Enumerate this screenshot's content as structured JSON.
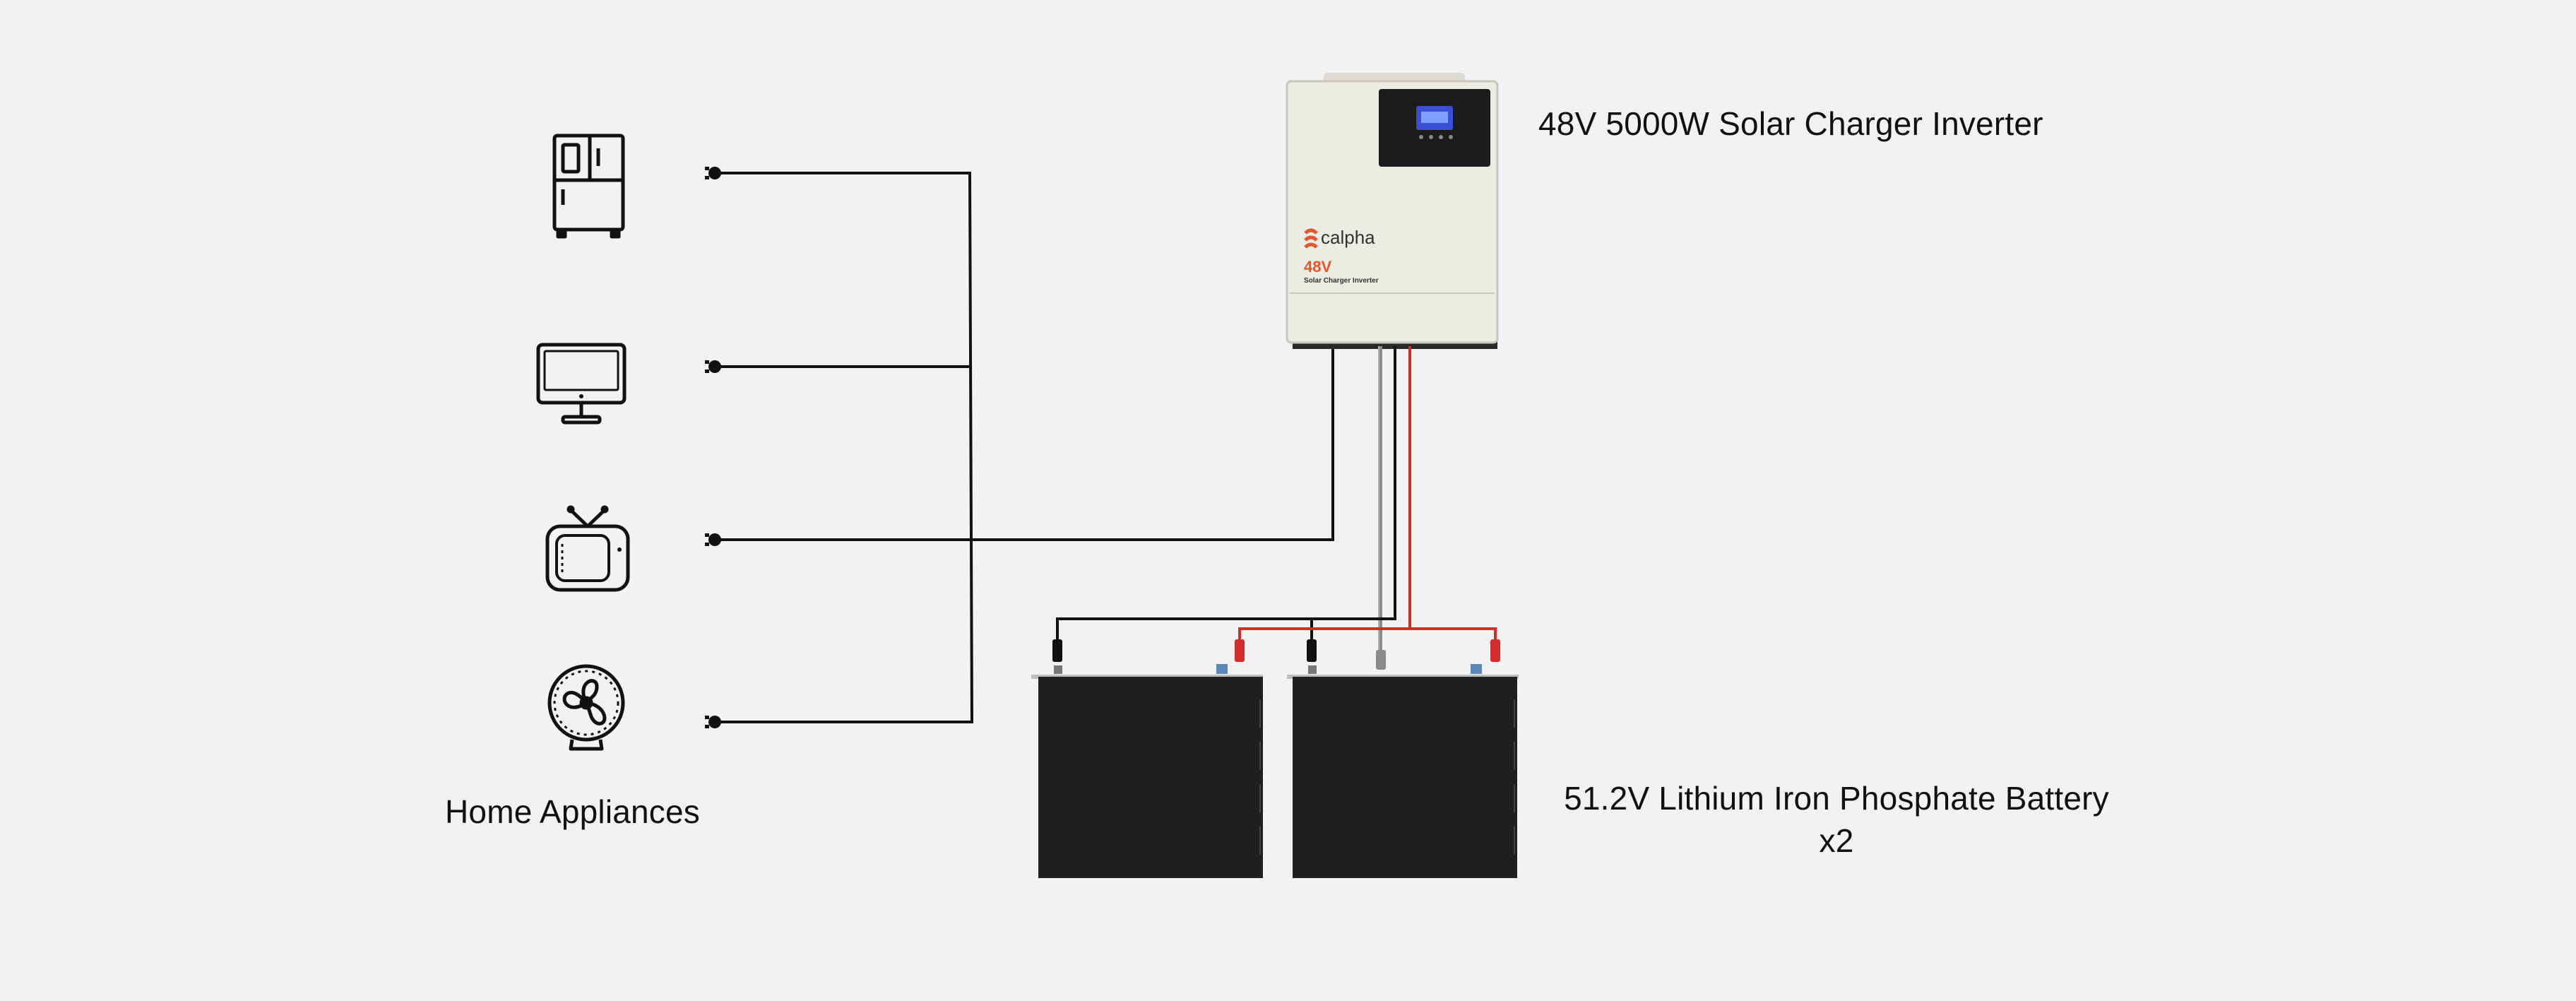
{
  "labels": {
    "inverter": "48V 5000W Solar Charger Inverter",
    "battery_line1": "51.2V Lithium Iron Phosphate Battery",
    "battery_line2": "x2",
    "appliances": "Home Appliances"
  },
  "inverter": {
    "brand": "calpha",
    "voltage": "48V",
    "subtitle": "Solar Charger Inverter"
  },
  "appliances": [
    {
      "name": "refrigerator-icon"
    },
    {
      "name": "computer-monitor-icon"
    },
    {
      "name": "television-icon"
    },
    {
      "name": "fan-icon"
    }
  ],
  "batteries": {
    "count": 2
  },
  "colors": {
    "background": "#f2f2f2",
    "wire_black": "#111111",
    "wire_red": "#d42b2b",
    "wire_gray": "#8a8a8a",
    "inverter_body": "#ecebe4",
    "inverter_accent": "#e2572a",
    "battery": "#202020",
    "screen": "#3a4fd6"
  }
}
